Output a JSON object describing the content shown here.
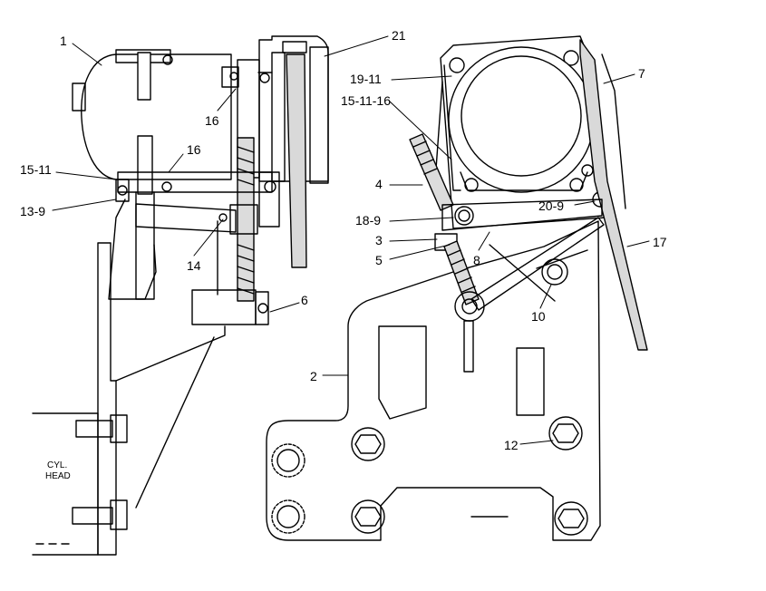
{
  "callouts": {
    "c1": "1",
    "c21": "21",
    "c16a": "16",
    "c16b": "16",
    "c15_11_left": "15-11",
    "c13_9": "13-9",
    "c14": "14",
    "c6": "6",
    "c19_11": "19-11",
    "c15_11_16": "15-11-16",
    "c7": "7",
    "c4": "4",
    "c18_9": "18-9",
    "c3": "3",
    "c5": "5",
    "c8": "8",
    "c20_9": "20-9",
    "c17": "17",
    "c10": "10",
    "c2": "2",
    "c12": "12"
  },
  "head_label": {
    "line1": "CYL.",
    "line2": "HEAD"
  }
}
